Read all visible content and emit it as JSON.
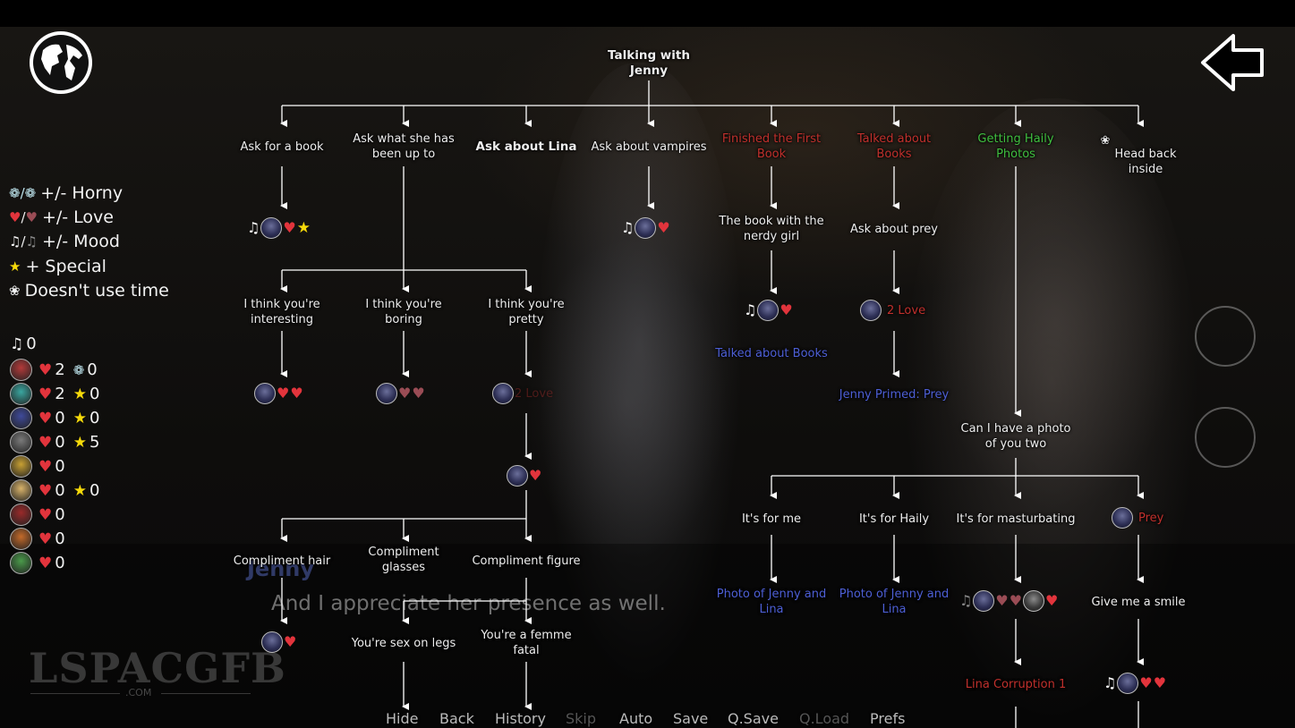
{
  "header": {
    "title": "Talking with\nJenny"
  },
  "icons": {
    "map": "globe-icon",
    "back": "back-arrow-icon"
  },
  "legend": [
    {
      "icon": "drops-icon",
      "text": "+/- Horny"
    },
    {
      "icon": "heart-icon",
      "text": "+/- Love"
    },
    {
      "icon": "music-note-icon",
      "text": "+/- Mood"
    },
    {
      "icon": "star-icon",
      "text": "+ Special"
    },
    {
      "icon": "flower-icon",
      "text": "Doesn't use time"
    }
  ],
  "stats": {
    "mood": "0",
    "rows": [
      {
        "love": "2",
        "extra": "0",
        "extra_icon": "drops-icon",
        "color": "#b33a3a"
      },
      {
        "love": "2",
        "extra": "0",
        "extra_icon": "star-icon",
        "color": "#3aa6a0"
      },
      {
        "love": "0",
        "extra": "0",
        "extra_icon": "star-icon",
        "color": "#3f4a9a"
      },
      {
        "love": "0",
        "extra": "5",
        "extra_icon": "star-icon",
        "color": "#7a7a7a"
      },
      {
        "love": "0",
        "extra": "",
        "extra_icon": "",
        "color": "#c8a033"
      },
      {
        "love": "0",
        "extra": "0",
        "extra_icon": "star-icon",
        "color": "#d9b36a"
      },
      {
        "love": "0",
        "extra": "",
        "extra_icon": "",
        "color": "#9a2a2a"
      },
      {
        "love": "0",
        "extra": "",
        "extra_icon": "",
        "color": "#c46a2a"
      },
      {
        "love": "0",
        "extra": "",
        "extra_icon": "",
        "color": "#4a9a4a"
      }
    ]
  },
  "tree": {
    "top": [
      "Ask for a book",
      "Ask what she has\nbeen up to",
      "Ask about Lina",
      "Ask about vampires",
      "Finished the First\nBook",
      "Talked about\nBooks",
      "Getting Haily\nPhotos",
      "Head back\ninside"
    ],
    "been_up_to": [
      "I think you're\ninteresting",
      "I think you're\nboring",
      "I think you're\npretty"
    ],
    "pretty_love": "2 Love",
    "compliments": [
      "Compliment hair",
      "Compliment\nglasses",
      "Compliment figure"
    ],
    "figure": [
      "You're sex on legs",
      "You're a femme\nfatal"
    ],
    "first_book": "The book with the\nnerdy girl",
    "first_book_result": "Talked about Books",
    "books": "Ask about prey",
    "books_love": "2 Love",
    "books_result": "Jenny Primed: Prey",
    "photo_q": "Can I have a photo\nof you two",
    "photo": [
      "It's for me",
      "It's for Haily",
      "It's for masturbating"
    ],
    "prey": "Prey",
    "photo_result": "Photo of Jenny and\nLina",
    "masturbating_result": "Lina Corruption 1",
    "smile": "Give me a smile"
  },
  "dialogue": {
    "name": "Jenny",
    "text": "And I appreciate her presence as well."
  },
  "quick_menu": [
    {
      "label": "Hide",
      "enabled": true
    },
    {
      "label": "Back",
      "enabled": true
    },
    {
      "label": "History",
      "enabled": true
    },
    {
      "label": "Skip",
      "enabled": false
    },
    {
      "label": "Auto",
      "enabled": true
    },
    {
      "label": "Save",
      "enabled": true
    },
    {
      "label": "Q.Save",
      "enabled": true
    },
    {
      "label": "Q.Load",
      "enabled": false
    },
    {
      "label": "Prefs",
      "enabled": true
    }
  ],
  "watermark": {
    "main": "LSPACGFB",
    "sub": ".COM"
  },
  "colors": {
    "love": "#e2343c",
    "special": "#f5d90a",
    "red_label": "#c0302c",
    "green_label": "#3fbf3f",
    "blue_label": "#4d5fd6"
  }
}
